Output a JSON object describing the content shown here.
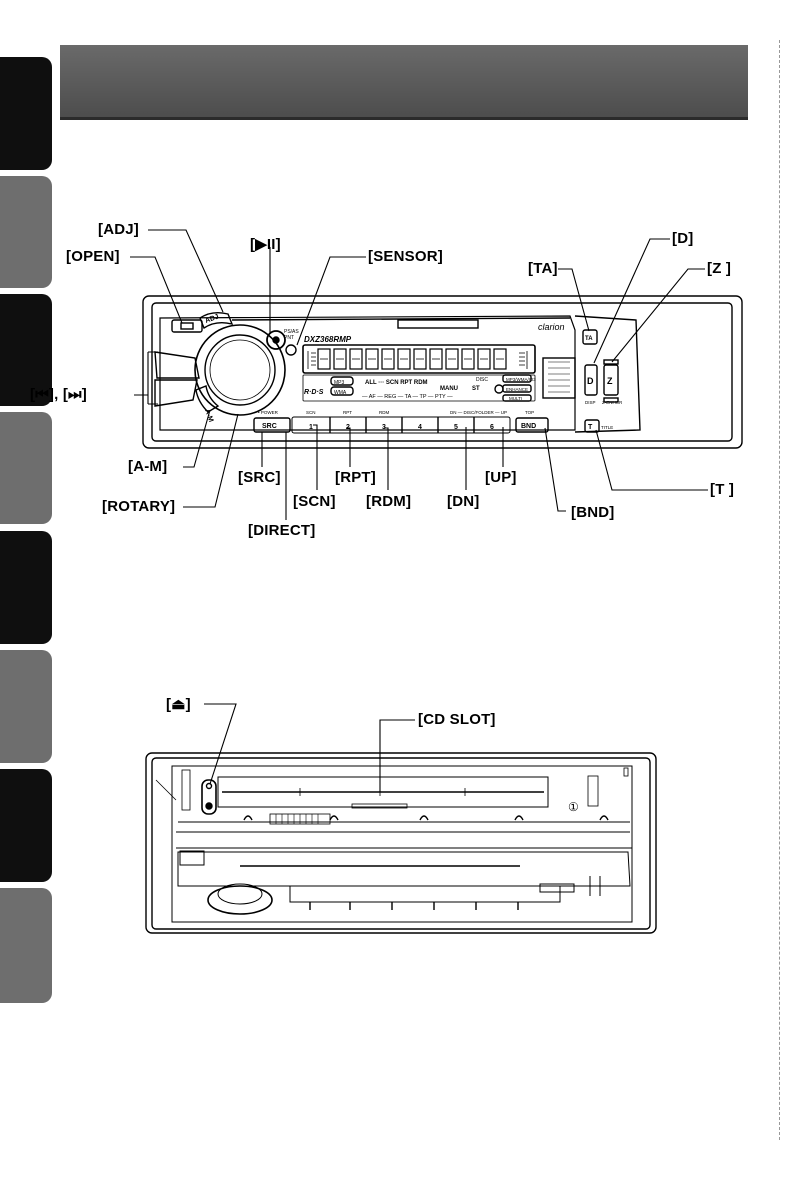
{
  "side_tabs": {
    "count": 8,
    "colors": [
      "#0f0f0f",
      "#6e6e6e",
      "#0f0f0f",
      "#6e6e6e",
      "#0f0f0f",
      "#6e6e6e",
      "#0f0f0f",
      "#6e6e6e"
    ]
  },
  "front_panel": {
    "labels": {
      "adj": "[ADJ]",
      "open": "[OPEN]",
      "play_pause": "[▶II]",
      "sensor": "[SENSOR]",
      "d": "[D]",
      "ta": "[TA]",
      "z": "[Z ]",
      "track": "[⏮], [⏭]",
      "am": "[A-M]",
      "rotary": "[ROTARY]",
      "src": "[SRC]",
      "scn": "[SCN]",
      "rpt": "[RPT]",
      "rdm": "[RDM]",
      "dn": "[DN]",
      "up": "[UP]",
      "direct": "[DIRECT]",
      "bnd": "[BND]",
      "t": "[T ]"
    },
    "device_text": {
      "model": "DXZ368RMP",
      "brand": "clarion",
      "rds": "R·D·S",
      "mp3": "MP3",
      "wma": "WMA",
      "sub_labels": "ALL ··· SCN RPT RDM",
      "manu": "MANU",
      "st": "ST",
      "disc": "DISC",
      "af_line": "— AF — REG — TA — TP — PTY —",
      "adj_btn": "ADJ",
      "am_btn": "A-M",
      "ps_as": "PS/AS",
      "pnt": "PNT",
      "src_btn": "SRC",
      "bnd_btn": "BND",
      "ta_btn": "TA",
      "d_btn": "D",
      "z_btn": "Z",
      "t_btn": "T",
      "presets": [
        "1",
        "2",
        "3",
        "4",
        "5",
        "6"
      ],
      "preset_caps": [
        "SCN",
        "RPT",
        "RDM",
        "DN — DISC/FOLDER — UP",
        "TOP"
      ],
      "power": "• POWER",
      "disp": "DISP",
      "z_enhcr": "Z-ENHCR",
      "title": "TITLE",
      "mp3_wma_note": "MP3/WMA/ID3",
      "enhance": "ENHANCE",
      "multi": "MULTI"
    }
  },
  "cd_panel": {
    "labels": {
      "eject": "[⏏]",
      "cd_slot": "[CD SLOT]"
    },
    "mark": "①"
  }
}
